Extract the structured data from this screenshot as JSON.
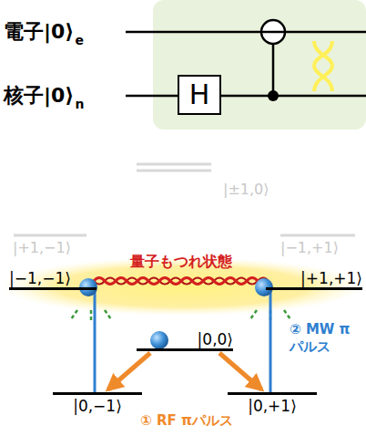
{
  "diagram": {
    "nodes": [
      {
        "text": [
          "H"
        ]
      },
      {
        "text": [
          "|−1,−1⟩"
        ]
      },
      {
        "text": [
          "|+1,+1⟩"
        ]
      },
      {
        "text": [
          "|0,0⟩"
        ]
      },
      {
        "text": [
          "|0,−1⟩"
        ]
      },
      {
        "text": [
          "|0,+1⟩"
        ]
      }
    ],
    "edges": [
      {
        "from": 3,
        "to": 4,
        "arrow": "to"
      },
      {
        "from": 3,
        "to": 5,
        "arrow": "to"
      },
      {
        "from": 4,
        "to": 1,
        "arrow": "none"
      },
      {
        "from": 5,
        "to": 2,
        "arrow": "none"
      },
      {
        "from": 1,
        "to": 2,
        "arrow": "none",
        "label": "量子もつれ状態"
      }
    ],
    "labels": [
      "電子|0⟩",
      "e",
      "核子|0⟩",
      "n",
      "|±1,0⟩",
      "|+1,−1⟩",
      "|−1,+1⟩",
      "① RF πパルス",
      "② MW πパルス"
    ]
  }
}
